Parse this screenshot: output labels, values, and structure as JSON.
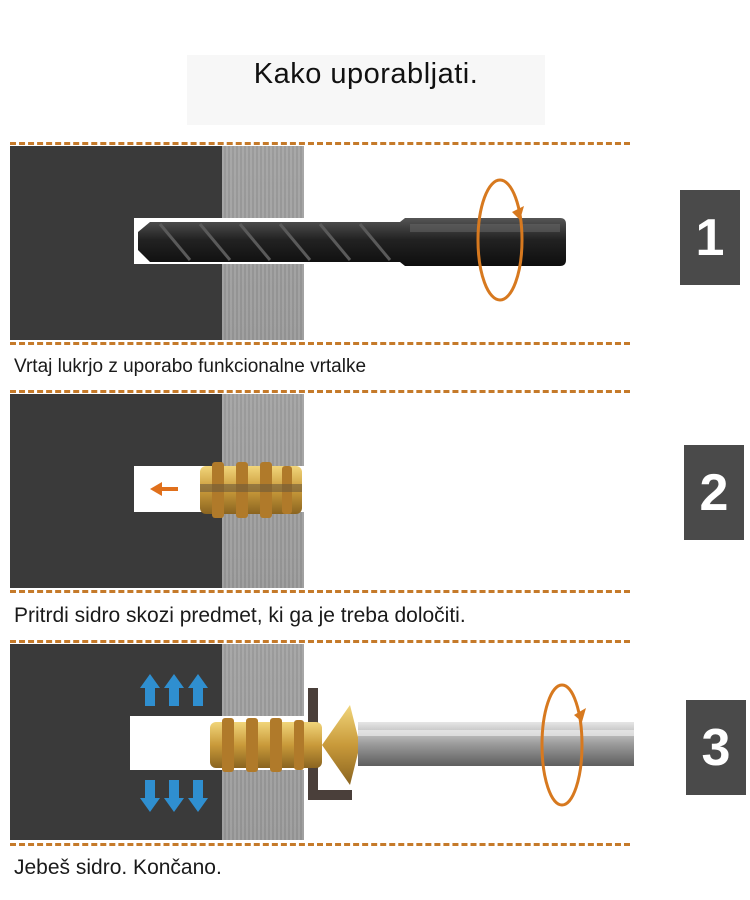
{
  "title": "Kako uporabljati.",
  "accent_color": "#c57a2a",
  "steps": [
    {
      "number": "1",
      "caption": "Vrtaj lukrjo z uporabo funkcionalne vrtalke",
      "icons": [
        "drill-bit-icon",
        "rotate-arrow-icon"
      ]
    },
    {
      "number": "2",
      "caption": "Pritrdi sidro skozi predmet, ki ga je treba določiti.",
      "icons": [
        "anchor-insert-icon",
        "left-arrow-icon"
      ]
    },
    {
      "number": "3",
      "caption": "Jebeš sidro. Končano.",
      "icons": [
        "screwdriver-icon",
        "expand-arrows-icon",
        "rotate-arrow-icon"
      ]
    }
  ]
}
